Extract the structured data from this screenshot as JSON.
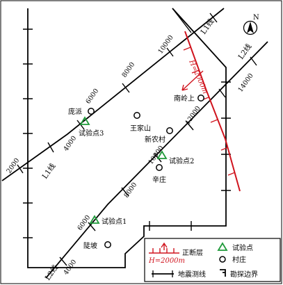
{
  "survey_lines": {
    "L1": {
      "name": "L1线",
      "stations": [
        "2000",
        "4000",
        "6000",
        "8000",
        "10000"
      ]
    },
    "L2": {
      "name": "L2线",
      "stations": [
        "4000",
        "6000",
        "8000",
        "10000",
        "12000",
        "14000"
      ]
    }
  },
  "fault": {
    "depth_label": "H=2000m",
    "color": "#d0141e"
  },
  "test_points": [
    "试验点1",
    "试验点2",
    "试验点3"
  ],
  "villages": [
    "庞派",
    "王家山",
    "新农村",
    "南岭上",
    "辛庄",
    "陡坡"
  ],
  "north_label": "N",
  "legend": {
    "fault_depth": "H=2000m",
    "fault": "正断层",
    "test_point": "试验点",
    "village": "村庄",
    "seismic_line": "地震测线",
    "boundary": "勘探边界"
  },
  "colors": {
    "test_point": "#1f9a3a",
    "fault": "#d0141e",
    "ink": "#000000"
  }
}
